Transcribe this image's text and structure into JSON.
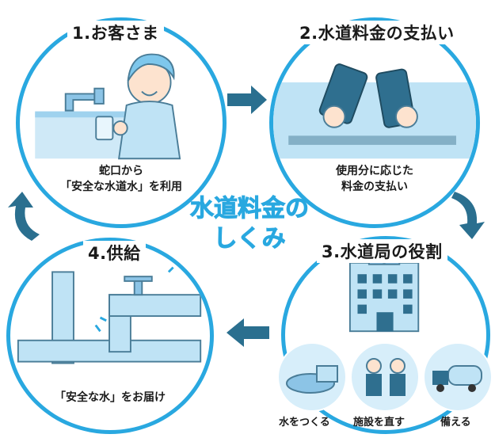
{
  "colors": {
    "accent": "#29a8e0",
    "arrow": "#2a6f8f",
    "tint": "#bfe3f5"
  },
  "center": {
    "line1": "水道料金の",
    "line2": "しくみ"
  },
  "steps": [
    {
      "title": "1.お客さま",
      "caption_line1": "蛇口から",
      "caption_line2": "「安全な水道水」を利用",
      "icon": "child-at-faucet"
    },
    {
      "title": "2.水道料金の支払い",
      "caption_line1": "使用分に応じた",
      "caption_line2": "料金の支払い",
      "icon": "payment-card-and-phone"
    },
    {
      "title": "3.水道局の役割",
      "icon": "water-bureau-building",
      "roles": [
        {
          "label": "水をつくる",
          "icon": "treatment-plant-icon"
        },
        {
          "label": "施設を直す",
          "icon": "workers-repairing-icon"
        },
        {
          "label": "備える",
          "icon": "water-truck-icon"
        }
      ]
    },
    {
      "title": "4.供給",
      "caption": "「安全な水」をお届け",
      "icon": "water-pipes"
    }
  ]
}
